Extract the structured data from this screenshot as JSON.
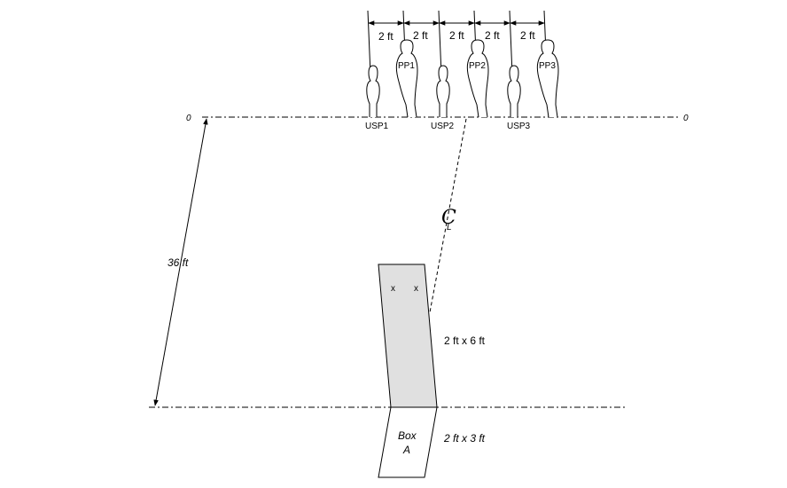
{
  "zero_line": {
    "left_label": "0",
    "right_label": "0"
  },
  "spacing_labels": [
    "2 ft",
    "2 ft",
    "2 ft",
    "2 ft",
    "2 ft"
  ],
  "targets": {
    "usp": [
      "USP1",
      "USP2",
      "USP3"
    ],
    "pp": [
      "PP1",
      "PP2",
      "PP3"
    ]
  },
  "distance_label": "36 ft",
  "centerline_symbol": "C",
  "centerline_sub": "L",
  "box_upper": {
    "size_label": "2 ft x 6 ft",
    "marks": [
      "x",
      "x"
    ]
  },
  "box_a": {
    "name_line1": "Box",
    "name_line2": "A",
    "size_label": "2 ft x 3 ft"
  },
  "colors": {
    "box_fill": "#e0e0e0",
    "line": "#000000"
  }
}
